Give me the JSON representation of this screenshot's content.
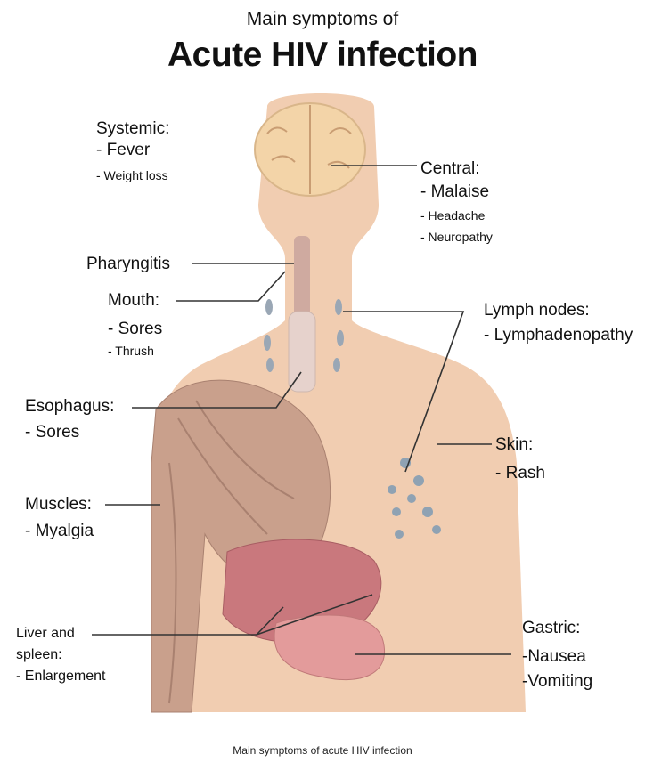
{
  "title": {
    "subtitle": "Main symptoms of",
    "main": "Acute HIV infection"
  },
  "caption": "Main symptoms of acute HIV infection",
  "colors": {
    "skin": "#f1cdb1",
    "muscle": "#c9a08c",
    "brain": "#f3d4a8",
    "organ": "#d98a8e",
    "line": "#333333"
  },
  "labels": {
    "systemic": {
      "heading": "Systemic:",
      "items": [
        "- Fever",
        "- Weight loss"
      ]
    },
    "central": {
      "heading": "Central:",
      "items": [
        "- Malaise",
        "- Headache",
        "- Neuropathy"
      ]
    },
    "pharyngitis": {
      "heading": "Pharyngitis"
    },
    "mouth": {
      "heading": "Mouth:",
      "items": [
        "- Sores",
        "- Thrush"
      ]
    },
    "lymph": {
      "heading": "Lymph nodes:",
      "items": [
        "- Lymphadenopathy"
      ]
    },
    "esophagus": {
      "heading": "Esophagus:",
      "items": [
        "- Sores"
      ]
    },
    "skin": {
      "heading": "Skin:",
      "items": [
        "- Rash"
      ]
    },
    "muscles": {
      "heading": "Muscles:",
      "items": [
        "- Myalgia"
      ]
    },
    "liver": {
      "heading": "Liver and",
      "heading2": "spleen:",
      "items": [
        "- Enlargement"
      ]
    },
    "gastric": {
      "heading": "Gastric:",
      "items": [
        "-Nausea",
        "-Vomiting"
      ]
    }
  }
}
